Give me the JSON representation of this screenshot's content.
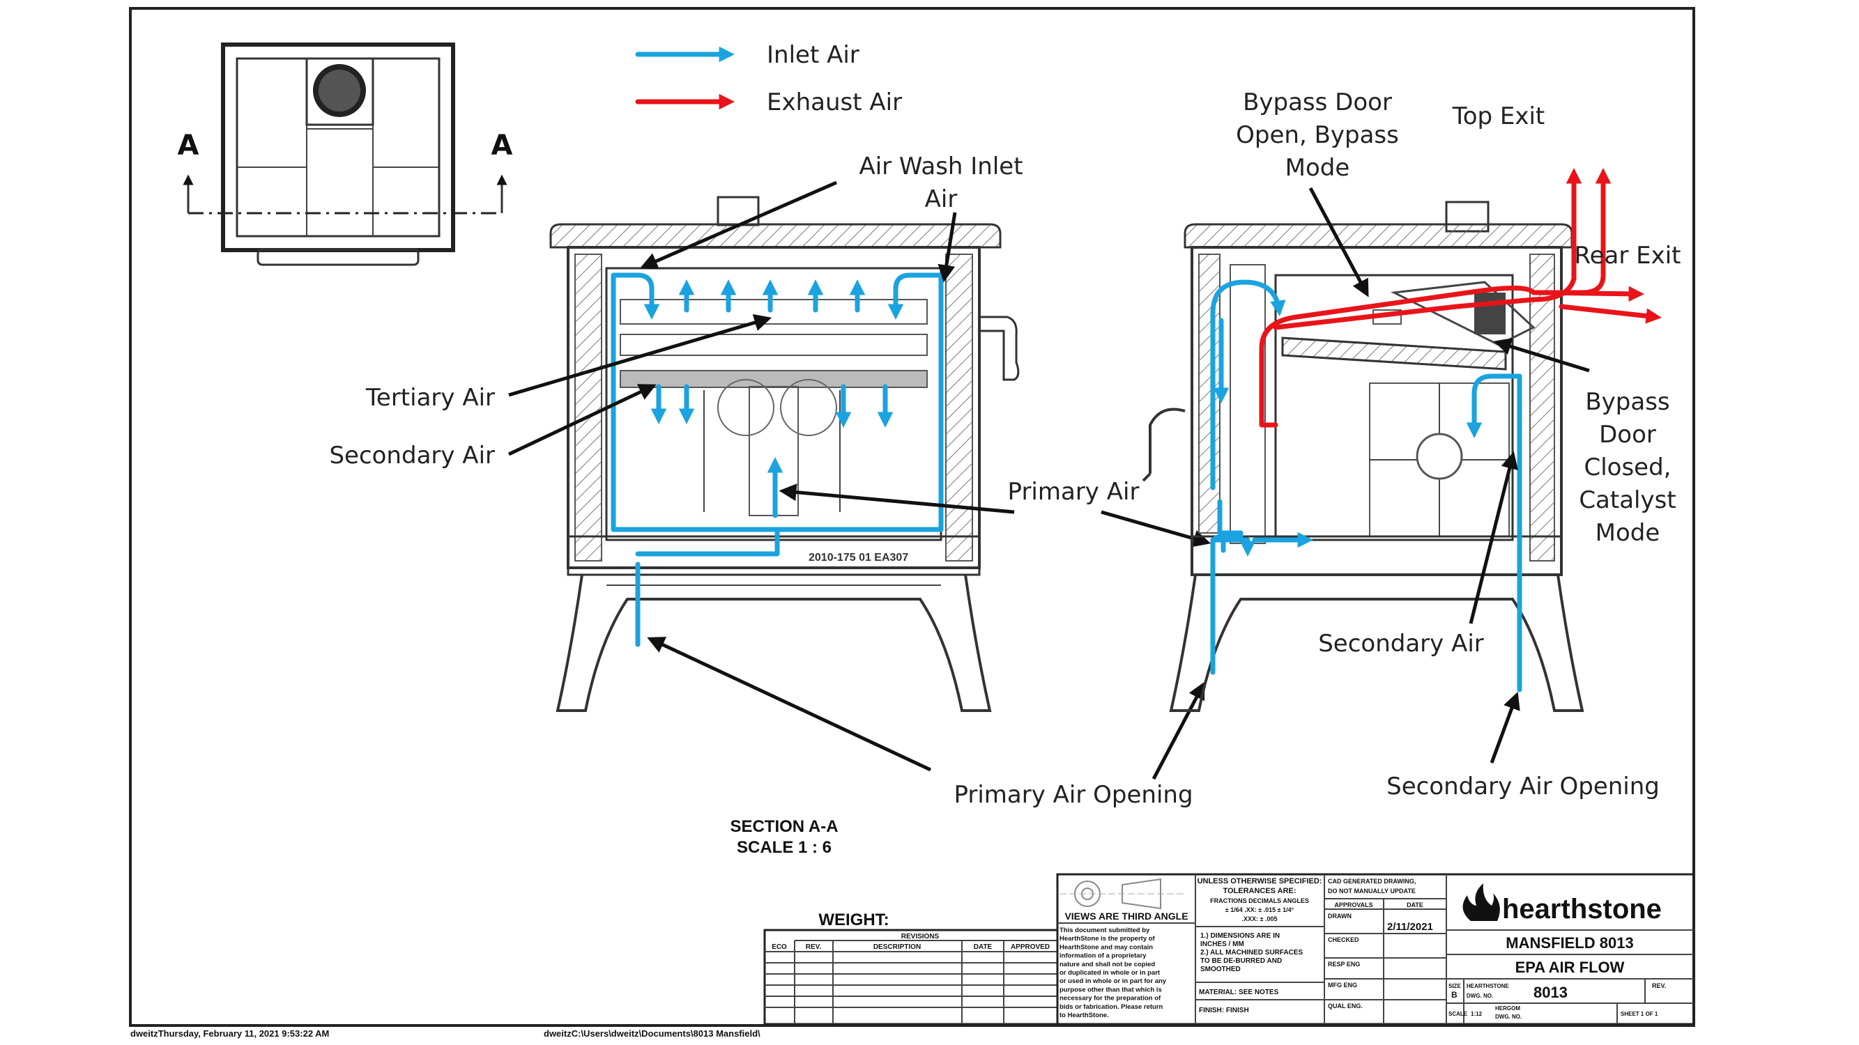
{
  "legend": {
    "inlet": "Inlet Air",
    "exhaust": "Exhaust Air",
    "inlet_color": "#1aa3e0",
    "exhaust_color": "#e8141a"
  },
  "section_marks": {
    "left": "A",
    "right": "A"
  },
  "front_labels": {
    "air_wash_1": "Air Wash Inlet",
    "air_wash_2": "Air",
    "tertiary": "Tertiary Air",
    "secondary": "Secondary Air",
    "primary": "Primary Air",
    "primary_opening": "Primary Air Opening"
  },
  "side_labels": {
    "bypass_open_1": "Bypass Door",
    "bypass_open_2": "Open, Bypass",
    "bypass_open_3": "Mode",
    "top_exit": "Top Exit",
    "rear_exit": "Rear Exit",
    "bypass_closed_1": "Bypass",
    "bypass_closed_2": "Door",
    "bypass_closed_3": "Closed,",
    "bypass_closed_4": "Catalyst",
    "bypass_closed_5": "Mode",
    "secondary": "Secondary Air",
    "secondary_opening": "Secondary Air Opening"
  },
  "section": {
    "title": "SECTION A-A",
    "scale": "SCALE 1 : 6"
  },
  "title_block": {
    "weight": "WEIGHT:",
    "revisions": "REVISIONS",
    "rev_cols": [
      "ECO",
      "REV.",
      "DESCRIPTION",
      "DATE",
      "APPROVED"
    ],
    "views": "VIEWS ARE THIRD ANGLE",
    "notice": [
      "This document submitted by",
      "HearthStone is the property of",
      "HearthStone and may contain",
      "information of a proprietary",
      "nature and shall not be copied",
      "or duplicated in whole or in part",
      "or used in whole or in part for any",
      "purpose other than that which is",
      "necessary for the preparation of",
      "bids or fabrication. Please return",
      "to HearthStone."
    ],
    "tol_title": "UNLESS OTHERWISE SPECIFIED:",
    "tol_sub": "TOLERANCES ARE:",
    "tol_lines": [
      "FRACTIONS  DECIMALS  ANGLES",
      "± 1/64   .XX: ± .015   ± 1/4°",
      ".XXX: ± .005"
    ],
    "notes": [
      "1.) DIMENSIONS ARE IN",
      "INCHES / MM",
      "2.) ALL MACHINED SURFACES",
      "TO BE DE-BURRED AND",
      "SMOOTHED"
    ],
    "material": "MATERIAL: SEE NOTES",
    "finish": "FINISH: FINISH",
    "cad": [
      "CAD GENERATED DRAWING,",
      "DO NOT MANUALLY UPDATE"
    ],
    "approvals": "APPROVALS",
    "date_hdr": "DATE",
    "drawn": "DRAWN",
    "drawn_date": "2/11/2021",
    "checked": "CHECKED",
    "resp_eng": "RESP ENG",
    "mfg_eng": "MFG ENG",
    "qual_eng": "QUAL ENG.",
    "brand": "hearthstone",
    "title1": "MANSFIELD 8013",
    "title2": "EPA AIR FLOW",
    "size_lbl": "SIZE",
    "size": "B",
    "hearthstone_lbl": "HEARTHSTONE",
    "dwg_lbl": "DWG. NO.",
    "dwg_no": "8013",
    "rev_lbl": "REV.",
    "scale_lbl": "SCALE",
    "scale_val": "1:12",
    "hergom": "HERGOM",
    "hergom_dwg": "DWG. NO.",
    "sheet": "SHEET 1 OF 1"
  },
  "footer": {
    "left": "dweitzThursday, February 11, 2021 9:53:22 AM",
    "path": "dweitzC:\\Users\\dweitz\\Documents\\8013 Mansfield\\"
  },
  "plate_code": "2010-175  01 EA307"
}
